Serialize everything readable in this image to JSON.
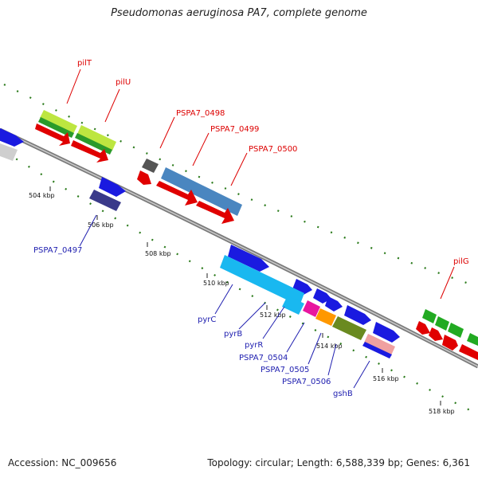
{
  "title": "Pseudomonas aeruginosa PA7, complete genome",
  "footer": {
    "accession": "Accession: NC_009656",
    "topology": "Topology: circular; Length: 6,588,339 bp; Genes: 6,361"
  },
  "ticks": [
    "504 kbp",
    "506 kbp",
    "508 kbp",
    "510 kbp",
    "512 kbp",
    "514 kbp",
    "516 kbp",
    "518 kbp"
  ],
  "upper_labels": [
    "pilT",
    "pilU",
    "PSPA7_0498",
    "PSPA7_0499",
    "PSPA7_0500",
    "pilG"
  ],
  "lower_labels": [
    "PSPA7_0497",
    "pyrC",
    "pyrB",
    "pyrR",
    "PSPA7_0504",
    "PSPA7_0505",
    "PSPA7_0506",
    "gshB"
  ],
  "colors": {
    "feature_label_upper": "#dd0000",
    "feature_label_lower": "#2020b0",
    "cds_red": "#e00000",
    "gc_dots": "#2a7a1a",
    "backbone": "#8a8a8a"
  }
}
